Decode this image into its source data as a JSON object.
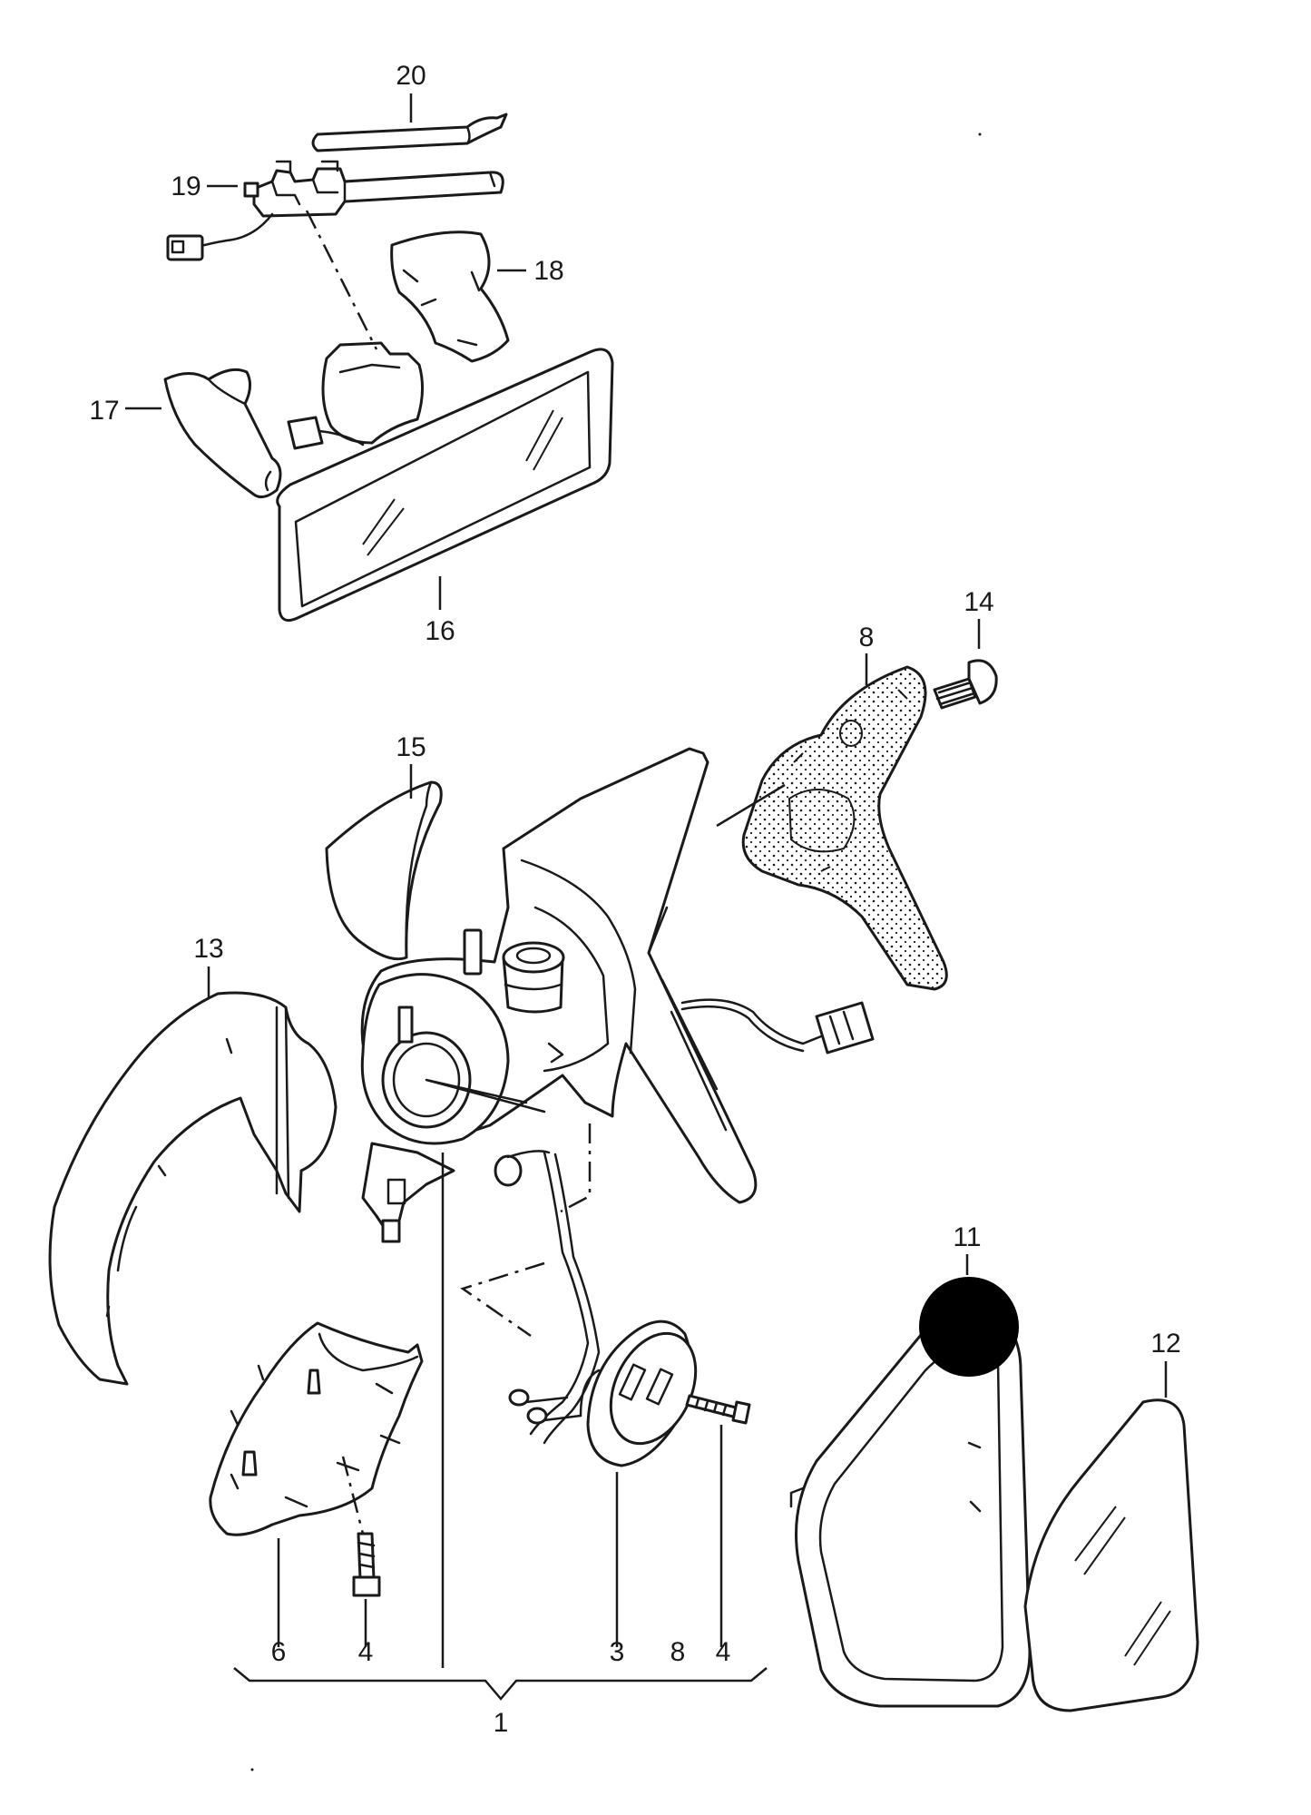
{
  "diagram": {
    "callouts": [
      "20",
      "19",
      "18",
      "17",
      "16",
      "14",
      "8",
      "15",
      "13",
      "11",
      "12",
      "3",
      "8",
      "4",
      "6",
      "4",
      "1"
    ],
    "colors": {
      "line": "#1a1a1a",
      "background": "#ffffff",
      "marker": "#000000"
    }
  }
}
